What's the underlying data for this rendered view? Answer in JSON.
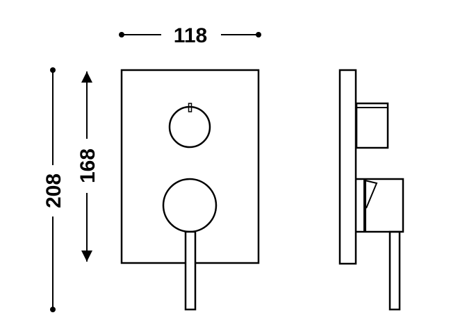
{
  "dimensions": {
    "width": "118",
    "total_height": "208",
    "plate_height": "168"
  },
  "colors": {
    "line": "#000000",
    "background": "#ffffff"
  }
}
